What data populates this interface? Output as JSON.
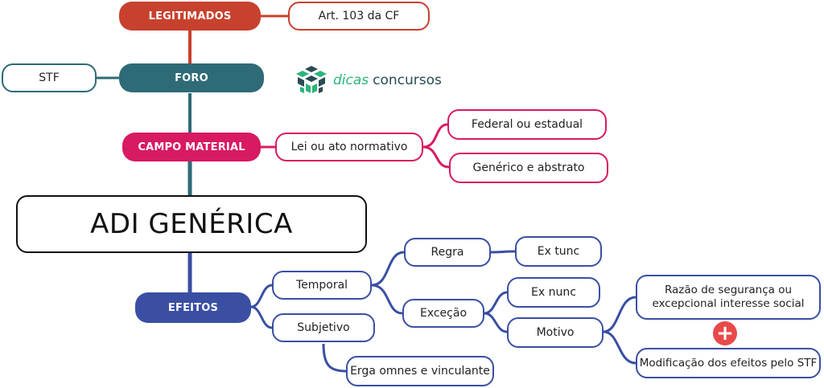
{
  "center": {
    "title": "ADI GENÉRICA"
  },
  "logo": {
    "word1": "dicas",
    "word2": "concursos"
  },
  "legitimados": {
    "label": "LEGITIMADOS",
    "child": "Art. 103 da CF"
  },
  "foro": {
    "label": "FORO",
    "child": "STF"
  },
  "campo_material": {
    "label": "CAMPO MATERIAL",
    "child": "Lei ou ato normativo",
    "grandchildren": [
      "Federal ou estadual",
      "Genérico e abstrato"
    ]
  },
  "efeitos": {
    "label": "EFEITOS",
    "temporal": "Temporal",
    "regra": "Regra",
    "ex_tunc": "Ex tunc",
    "excecao": "Exceção",
    "ex_nunc": "Ex nunc",
    "motivo": "Motivo",
    "razao": "Razão de segurança ou excepcional interesse social",
    "modificacao": "Modificação dos efeitos pelo STF",
    "plus_symbol": "+",
    "subjetivo": "Subjetivo",
    "erga": "Erga omnes e vinculante"
  },
  "colors": {
    "red": "#c8412e",
    "teal": "#2f6a77",
    "magenta": "#d81a62",
    "blue": "#3a4fa3"
  }
}
